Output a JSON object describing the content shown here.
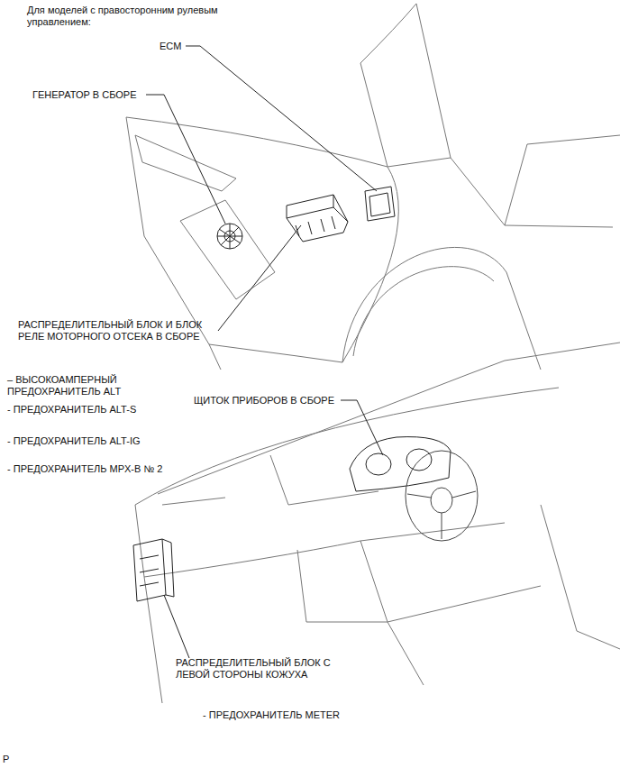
{
  "diagram": {
    "labels": [
      "Для моделей с правосторонним рулевым управлением:",
      "ECM",
      "ГЕНЕРАТОР В СБОРЕ",
      "РАСПРЕДЕЛИТЕЛЬНЫЙ БЛОК И БЛОК РЕЛЕ МОТОРНОГО ОТСЕКА В СБОРЕ",
      "– ВЫСОКОАМПЕРНЫЙ ПРЕДОХРАНИТЕЛЬ ALT",
      "- ПРЕДОХРАНИТЕЛЬ ALT-S",
      "- ПРЕДОХРАНИТЕЛЬ ALT-IG",
      "- ПРЕДОХРАНИТЕЛЬ MPX-B № 2",
      "ЩИТОК ПРИБОРОВ В СБОРЕ",
      "РАСПРЕДЕЛИТЕЛЬНЫЙ БЛОК С ЛЕВОЙ СТОРОНЫ КОЖУХА",
      "- ПРЕДОХРАНИТЕЛЬ METER",
      "P"
    ]
  }
}
